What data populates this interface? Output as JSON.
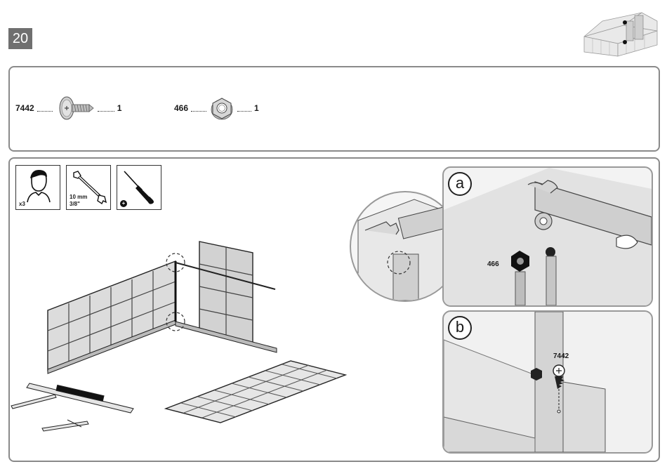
{
  "step": {
    "number": "20"
  },
  "parts": [
    {
      "id": "7442",
      "qty": "1",
      "icon": "screw-icon"
    },
    {
      "id": "466",
      "qty": "1",
      "icon": "hex-nut-icon"
    }
  ],
  "tools": [
    {
      "icon": "person-icon",
      "label": "x3"
    },
    {
      "icon": "wrench-icon",
      "label": "10 mm",
      "label2": "3/8\""
    },
    {
      "icon": "screwdriver-icon",
      "label": "+"
    }
  ],
  "details": {
    "a": {
      "letter": "a",
      "callout": "466"
    },
    "b": {
      "letter": "b",
      "callout": "7442"
    }
  }
}
